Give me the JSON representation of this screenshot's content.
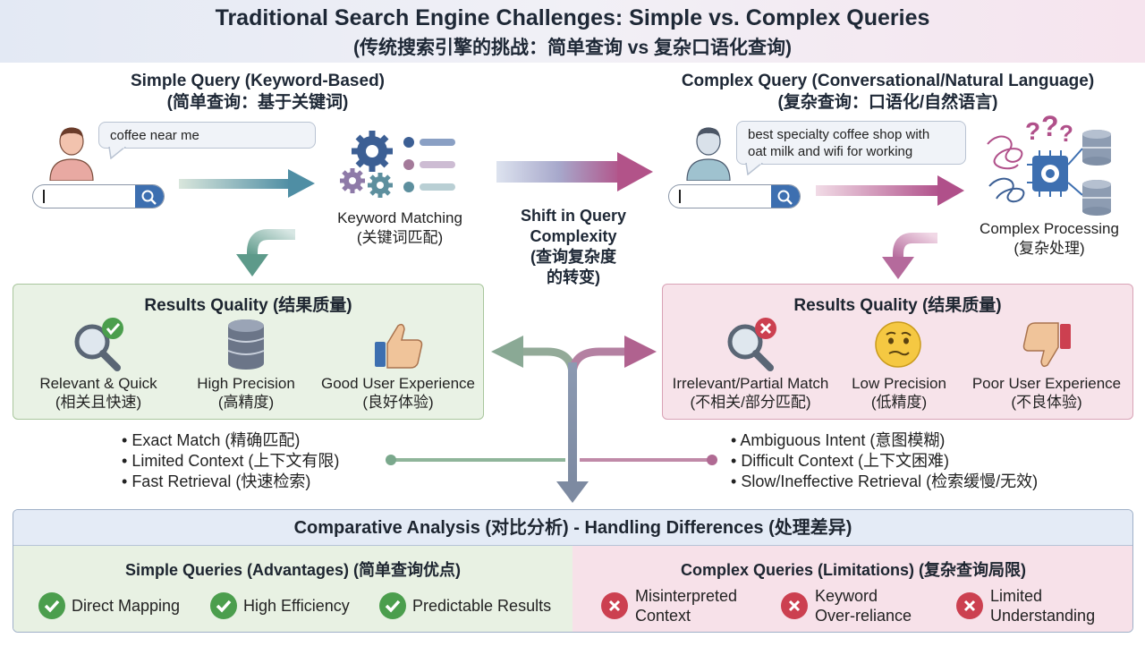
{
  "header": {
    "title": "Traditional Search Engine Challenges: Simple vs. Complex Queries",
    "subtitle": "(传统搜索引擎的挑战：简单查询 vs 复杂口语化查询)"
  },
  "simple": {
    "heading": "Simple Query (Keyword-Based)",
    "heading_cn": "(简单查询：基于关键词)",
    "query_text": "coffee near me",
    "process_label": "Keyword Matching",
    "process_label_cn": "(关键词匹配)",
    "results_title": "Results Quality (结果质量)",
    "results": [
      {
        "label": "Relevant & Quick",
        "label_cn": "(相关且快速)",
        "icon": "magnifier-check-icon"
      },
      {
        "label": "High Precision",
        "label_cn": "(高精度)",
        "icon": "database-icon"
      },
      {
        "label": "Good User Experience",
        "label_cn": "(良好体验)",
        "icon": "thumbs-up-icon"
      }
    ],
    "bullets": [
      "Exact Match (精确匹配)",
      "Limited Context (上下文有限)",
      "Fast Retrieval (快速检索)"
    ]
  },
  "complex": {
    "heading": "Complex Query (Conversational/Natural Language)",
    "heading_cn": "(复杂查询：口语化/自然语言)",
    "query_text_line1": "best specialty coffee shop with",
    "query_text_line2": "oat milk and wifi for working",
    "process_label": "Complex Processing",
    "process_label_cn": "(复杂处理)",
    "results_title": "Results Quality (结果质量)",
    "results": [
      {
        "label": "Irrelevant/Partial Match",
        "label_cn": "(不相关/部分匹配)",
        "icon": "magnifier-x-icon"
      },
      {
        "label": "Low Precision",
        "label_cn": "(低精度)",
        "icon": "confused-face-icon"
      },
      {
        "label": "Poor User Experience",
        "label_cn": "(不良体验)",
        "icon": "thumbs-down-icon"
      }
    ],
    "bullets": [
      "Ambiguous Intent (意图模糊)",
      "Difficult Context (上下文困难)",
      "Slow/Ineffective Retrieval (检索缓慢/无效)"
    ]
  },
  "shift": {
    "line1": "Shift in Query",
    "line2": "Complexity",
    "line3": "(查询复杂度",
    "line4": "的转变)"
  },
  "analysis": {
    "title": "Comparative Analysis (对比分析) - Handling Differences (处理差异)",
    "advantages_title": "Simple Queries (Advantages) (简单查询优点)",
    "advantages": [
      "Direct Mapping",
      "High Efficiency",
      "Predictable Results"
    ],
    "limitations_title": "Complex Queries (Limitations) (复杂查询局限)",
    "limitations": [
      {
        "line1": "Misinterpreted",
        "line2": "Context"
      },
      {
        "line1": "Keyword",
        "line2": "Over-reliance"
      },
      {
        "line1": "Limited",
        "line2": "Understanding"
      }
    ]
  },
  "colors": {
    "green": "#4b9e4d",
    "red": "#cc4050",
    "blue": "#3d6fb0",
    "teal_arrow": "#5d8f9e",
    "magenta_arrow": "#b0508a"
  }
}
